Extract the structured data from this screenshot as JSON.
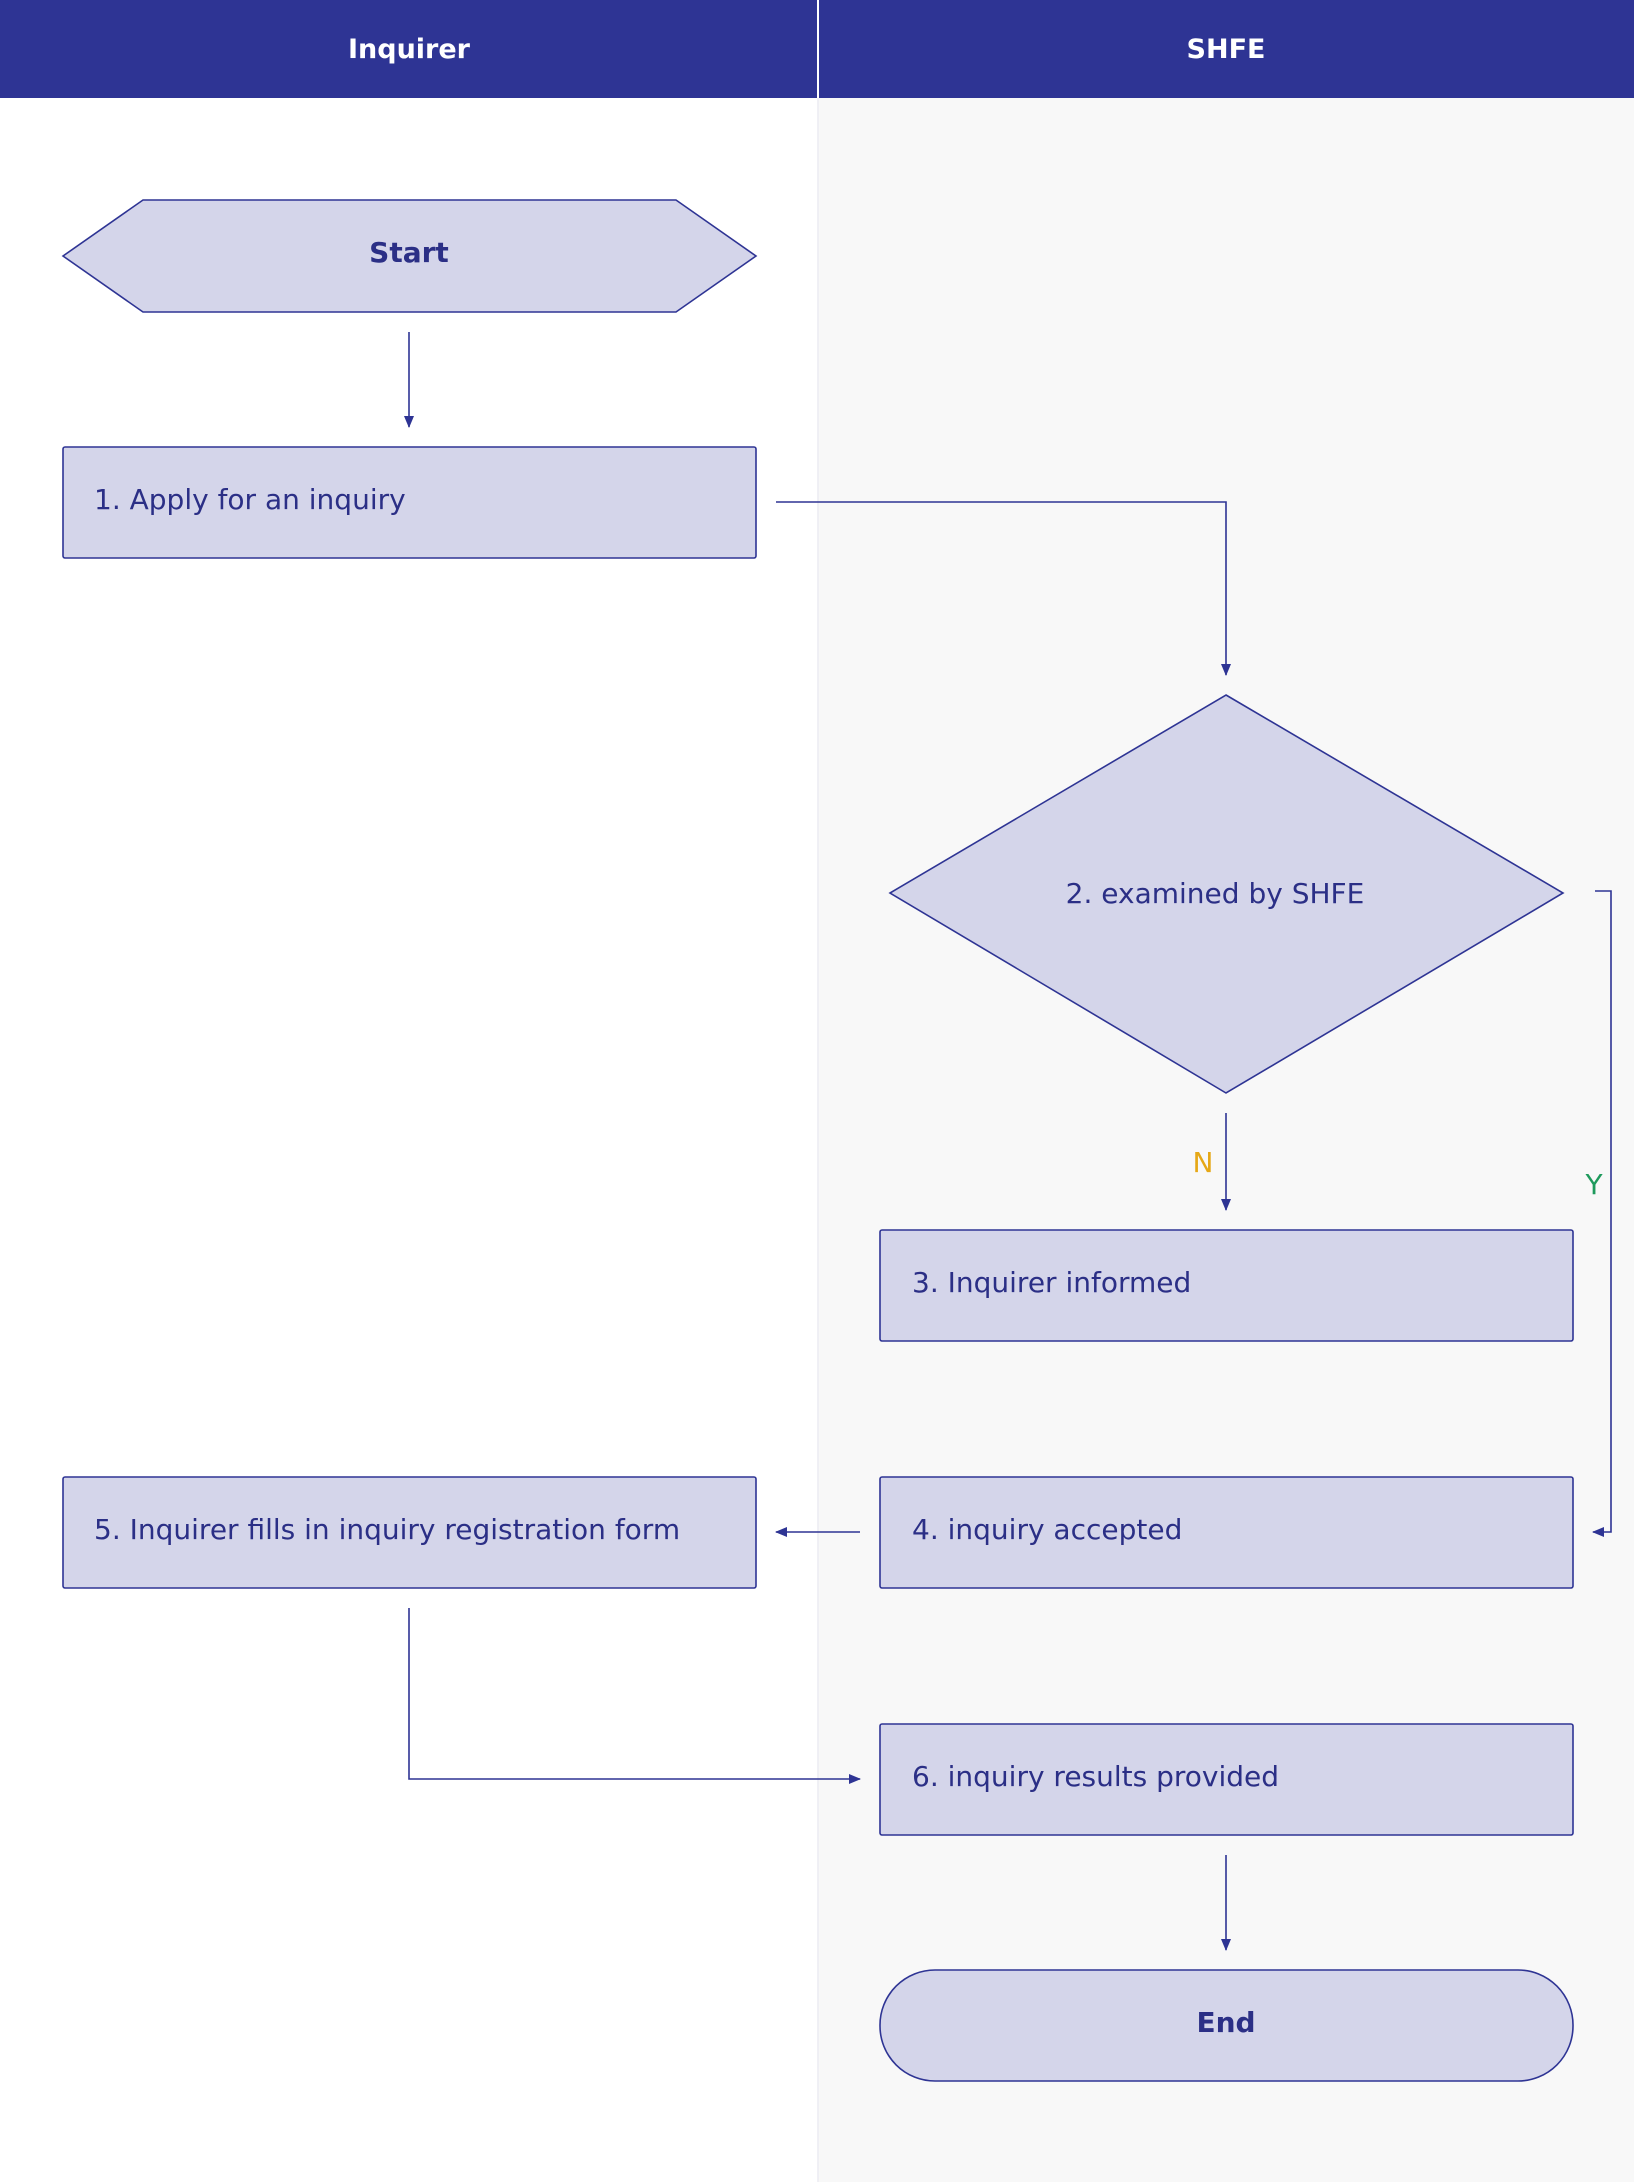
{
  "lanes": {
    "left_title": "Inquirer",
    "right_title": "SHFE"
  },
  "nodes": {
    "start": "Start",
    "step1": "1. Apply for an inquiry",
    "step2": "2. examined by SHFE",
    "step3": "3. Inquirer informed",
    "step4": "4. inquiry accepted",
    "step5": "5. Inquirer fills in inquiry registration form",
    "step6": "6. inquiry results provided",
    "end": "End"
  },
  "branch_labels": {
    "no": "N",
    "yes": "Y"
  },
  "colors": {
    "header": "#2e3494",
    "node_fill": "#d4d5ea",
    "node_stroke": "#2e3494",
    "text": "#2b2f86",
    "no_label": "#e6a817",
    "yes_label": "#1e9a5c",
    "lane_right_bg": "#f8f8f8"
  }
}
